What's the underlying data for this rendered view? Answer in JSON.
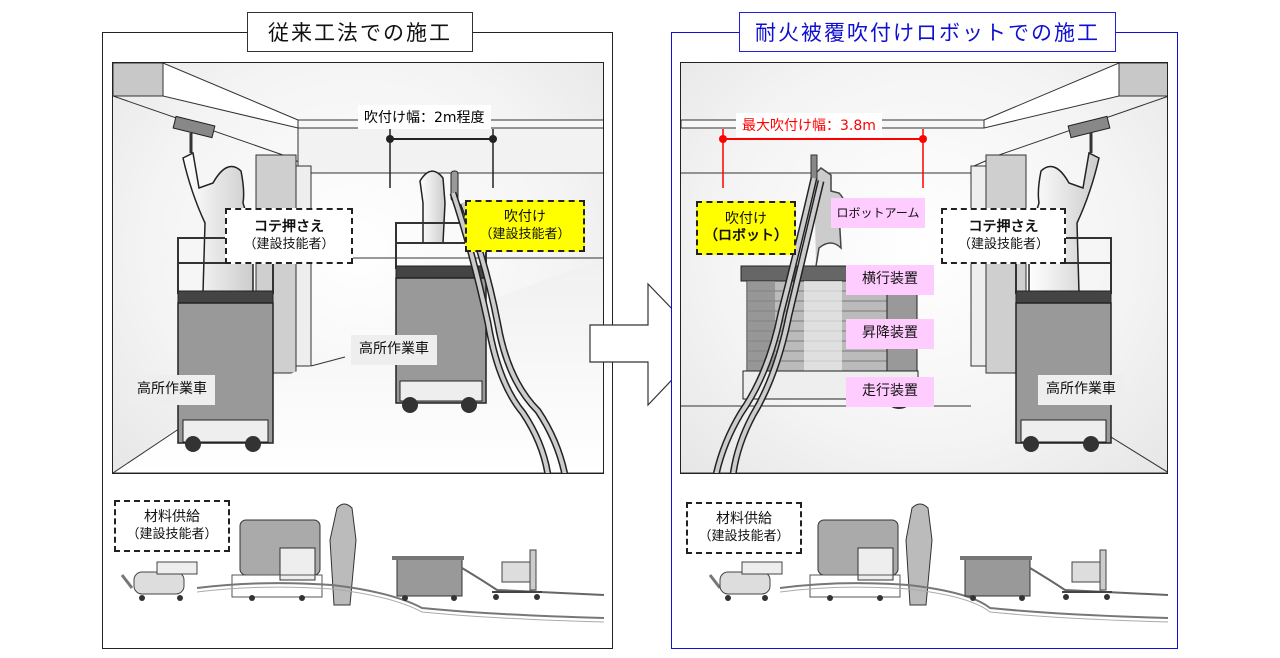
{
  "left_panel": {
    "title": "従来工法での施工",
    "border_color": "#222222",
    "width_annotation": "吹付け幅：2m程度",
    "labels": {
      "trowel": {
        "main": "コテ押さえ",
        "sub": "（建設技能者）"
      },
      "spray": {
        "main": "吹付け",
        "sub": "（建設技能者）"
      },
      "lift_1": "高所作業車",
      "lift_2": "高所作業車",
      "material_supply": {
        "main": "材料供給",
        "sub": "（建設技能者）"
      }
    }
  },
  "right_panel": {
    "title": "耐火被覆吹付けロボットでの施工",
    "border_color": "#1010d0",
    "width_annotation": "最大吹付け幅：3.8m",
    "annotation_color": "#ff0000",
    "labels": {
      "spray": {
        "main": "吹付け",
        "sub": "（ロボット）"
      },
      "robot_arm": "ロボットアーム",
      "traverse": "横行装置",
      "lift": "昇降装置",
      "travel": "走行装置",
      "trowel": {
        "main": "コテ押さえ",
        "sub": "（建設技能者）"
      },
      "lift_vehicle": "高所作業車",
      "material_supply": {
        "main": "材料供給",
        "sub": "（建設技能者）"
      }
    }
  },
  "arrow": {
    "icon": "right-arrow-icon",
    "meaning": "transition from conventional to robot method"
  },
  "colors": {
    "highlight_yellow": "#ffff00",
    "component_pink": "#ffccff",
    "tag_grey": "#eeeeee"
  }
}
